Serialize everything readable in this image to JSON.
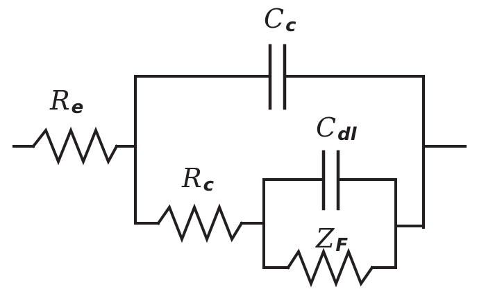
{
  "components": {
    "electrolyte_resistor": {
      "symbol": "R",
      "subscript": "e"
    },
    "coating_capacitor": {
      "symbol": "C",
      "subscript": "c"
    },
    "coating_resistor": {
      "symbol": "R",
      "subscript": "c"
    },
    "double_layer_capacitor": {
      "symbol": "C",
      "subscript": "dl"
    },
    "faradaic_impedance": {
      "symbol": "Z",
      "subscript": "F"
    }
  }
}
